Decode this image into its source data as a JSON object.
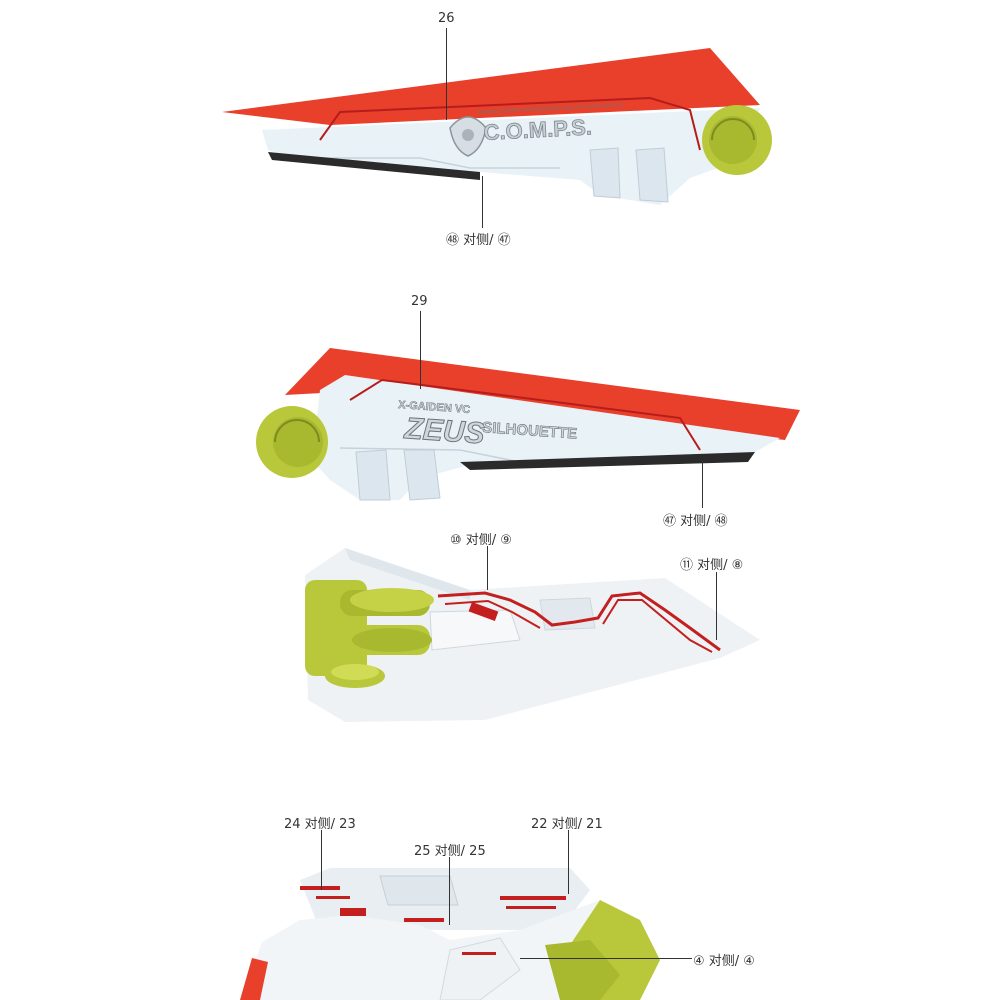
{
  "callouts": {
    "c26": "26",
    "c48_47": "㊽ 对侧/ ㊼",
    "c29": "29",
    "c47_48": "㊼ 对侧/ ㊽",
    "c10_9": "⑩ 对侧/ ⑨",
    "c11_8": "⑪ 对侧/ ⑧",
    "c24_23": "24 对侧/ 23",
    "c25_25": "25 对侧/ 25",
    "c22_21": "22 对侧/ 21",
    "c4_4": "④ 对侧/ ④"
  },
  "decal_text": {
    "comps": "C.O.M.P.S.",
    "comps_small": "FINISHED SERIES  PROFESSIONAL  QUALITY  DETAIL  DECALS",
    "xgaiden": "X-GAIDEN VC",
    "zeus": "ZEUS",
    "silhouette": "SILHOUETTE"
  },
  "colors": {
    "red": "#e8402a",
    "panel": "#e9f2f7",
    "white": "#f4f6f8",
    "olive": "#b9c83a",
    "decal_red": "#b71c1c"
  }
}
